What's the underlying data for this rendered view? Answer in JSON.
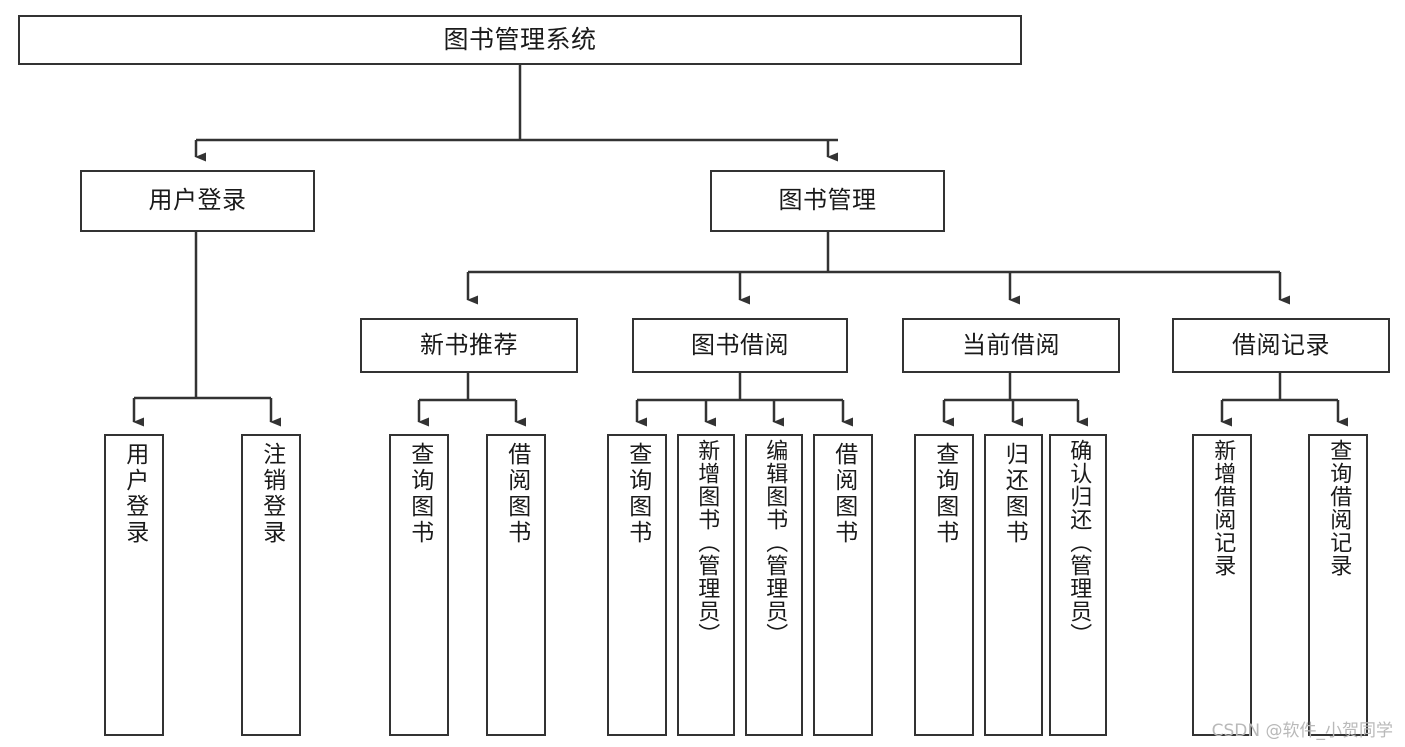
{
  "diagram": {
    "title": "图书管理系统",
    "type": "tree",
    "root": {
      "id": "root",
      "label": "图书管理系统",
      "orientation": "horizontal"
    },
    "level2": [
      {
        "id": "user-login",
        "label": "用户登录",
        "orientation": "horizontal"
      },
      {
        "id": "book-manage",
        "label": "图书管理",
        "orientation": "horizontal"
      }
    ],
    "level3": [
      {
        "id": "new-book-recommend",
        "label": "新书推荐",
        "orientation": "horizontal",
        "parent": "book-manage"
      },
      {
        "id": "book-borrow",
        "label": "图书借阅",
        "orientation": "horizontal",
        "parent": "book-manage"
      },
      {
        "id": "current-borrow",
        "label": "当前借阅",
        "orientation": "horizontal",
        "parent": "book-manage"
      },
      {
        "id": "borrow-record",
        "label": "借阅记录",
        "orientation": "horizontal",
        "parent": "book-manage"
      }
    ],
    "leaves": [
      {
        "id": "leaf-user-login",
        "label": "用户登录",
        "orientation": "vertical",
        "parent": "user-login"
      },
      {
        "id": "leaf-logout-login",
        "label": "注销登录",
        "orientation": "vertical",
        "parent": "user-login"
      },
      {
        "id": "leaf-query-book-1",
        "label": "查询图书",
        "orientation": "vertical",
        "parent": "new-book-recommend"
      },
      {
        "id": "leaf-borrow-book-1",
        "label": "借阅图书",
        "orientation": "vertical",
        "parent": "new-book-recommend"
      },
      {
        "id": "leaf-query-book-2",
        "label": "查询图书",
        "orientation": "vertical",
        "parent": "book-borrow"
      },
      {
        "id": "leaf-add-book",
        "label": "新增图书（管理员）",
        "orientation": "vertical",
        "parent": "book-borrow"
      },
      {
        "id": "leaf-edit-book",
        "label": "编辑图书（管理员）",
        "orientation": "vertical",
        "parent": "book-borrow"
      },
      {
        "id": "leaf-borrow-book-2",
        "label": "借阅图书",
        "orientation": "vertical",
        "parent": "book-borrow"
      },
      {
        "id": "leaf-query-book-3",
        "label": "查询图书",
        "orientation": "vertical",
        "parent": "current-borrow"
      },
      {
        "id": "leaf-return-book",
        "label": "归还图书",
        "orientation": "vertical",
        "parent": "current-borrow"
      },
      {
        "id": "leaf-confirm-return",
        "label": "确认归还（管理员）",
        "orientation": "vertical",
        "parent": "current-borrow"
      },
      {
        "id": "leaf-add-borrow-record",
        "label": "新增借阅记录",
        "orientation": "vertical",
        "parent": "borrow-record"
      },
      {
        "id": "leaf-query-borrow-record",
        "label": "查询借阅记录",
        "orientation": "vertical",
        "parent": "borrow-record"
      }
    ],
    "watermark": "CSDN @软件_小贺同学",
    "colors": {
      "stroke": "#333333",
      "fill": "#ffffff",
      "text": "#1a1a1a",
      "watermark": "#b9b9b9"
    }
  }
}
